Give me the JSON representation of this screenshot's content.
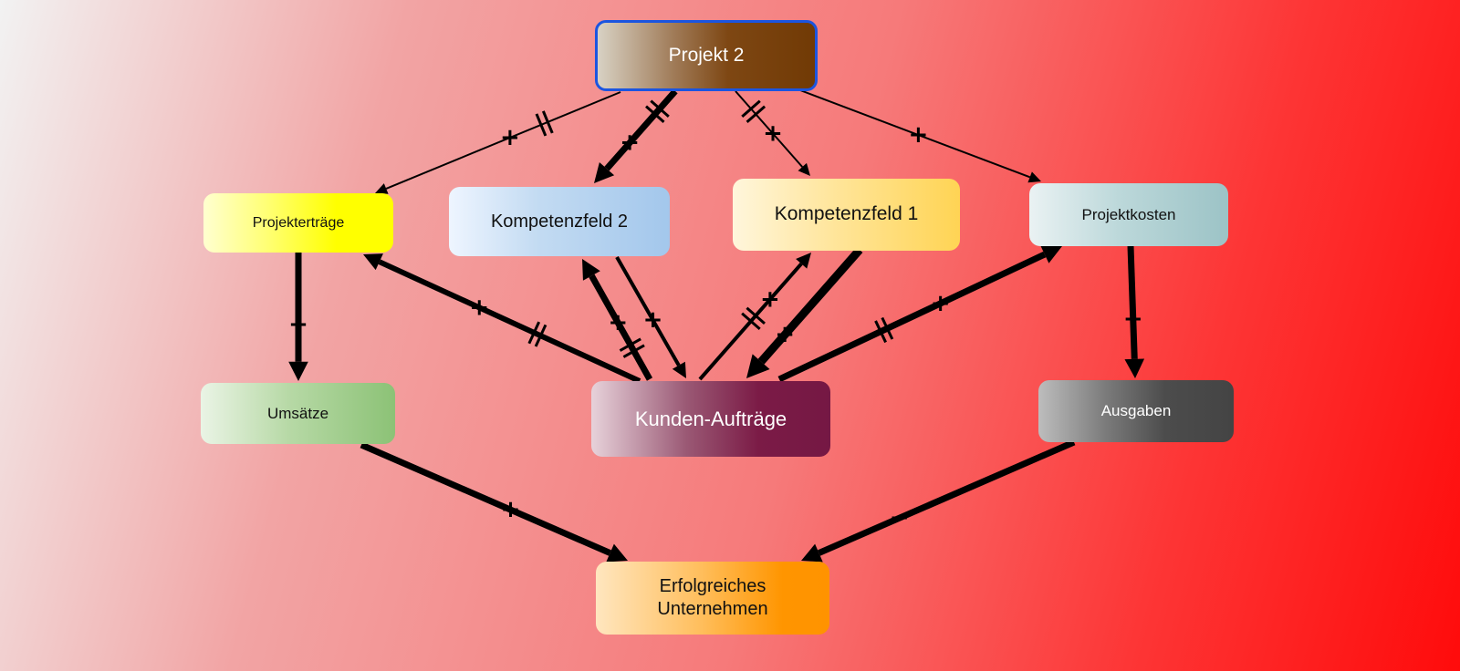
{
  "nodes": {
    "projekt2": "Projekt 2",
    "projektertraege": "Projekterträge",
    "kompetenzfeld2": "Kompetenzfeld 2",
    "kompetenzfeld1": "Kompetenzfeld 1",
    "projektkosten": "Projektkosten",
    "umsaetze": "Umsätze",
    "kunden_auftraege": "Kunden-Aufträge",
    "ausgaben": "Ausgaben",
    "erfolgreiches_unternehmen": "Erfolgreiches\nUnternehmen"
  },
  "edges": [
    {
      "from": "projekt2",
      "to": "projektertraege",
      "sign": "+",
      "delay": true
    },
    {
      "from": "projekt2",
      "to": "kompetenzfeld2",
      "sign": "+",
      "delay": true
    },
    {
      "from": "projekt2",
      "to": "kompetenzfeld1",
      "sign": "+",
      "delay": true
    },
    {
      "from": "projekt2",
      "to": "projektkosten",
      "sign": "+",
      "delay": false
    },
    {
      "from": "projektertraege",
      "to": "umsaetze",
      "sign": "+",
      "delay": false
    },
    {
      "from": "kunden_auftraege",
      "to": "projektertraege",
      "sign": "+",
      "delay": true
    },
    {
      "from": "kunden_auftraege",
      "to": "kompetenzfeld2",
      "sign": "+",
      "delay": true
    },
    {
      "from": "kompetenzfeld2",
      "to": "kunden_auftraege",
      "sign": "+",
      "delay": false
    },
    {
      "from": "kunden_auftraege",
      "to": "kompetenzfeld1",
      "sign": "+",
      "delay": true
    },
    {
      "from": "kompetenzfeld1",
      "to": "kunden_auftraege",
      "sign": "+",
      "delay": false
    },
    {
      "from": "kunden_auftraege",
      "to": "projektkosten",
      "sign": "+",
      "delay": true
    },
    {
      "from": "projektkosten",
      "to": "ausgaben",
      "sign": "+",
      "delay": false
    },
    {
      "from": "umsaetze",
      "to": "erfolgreiches_unternehmen",
      "sign": "+",
      "delay": false
    },
    {
      "from": "ausgaben",
      "to": "erfolgreiches_unternehmen",
      "sign": "−",
      "delay": false
    }
  ]
}
